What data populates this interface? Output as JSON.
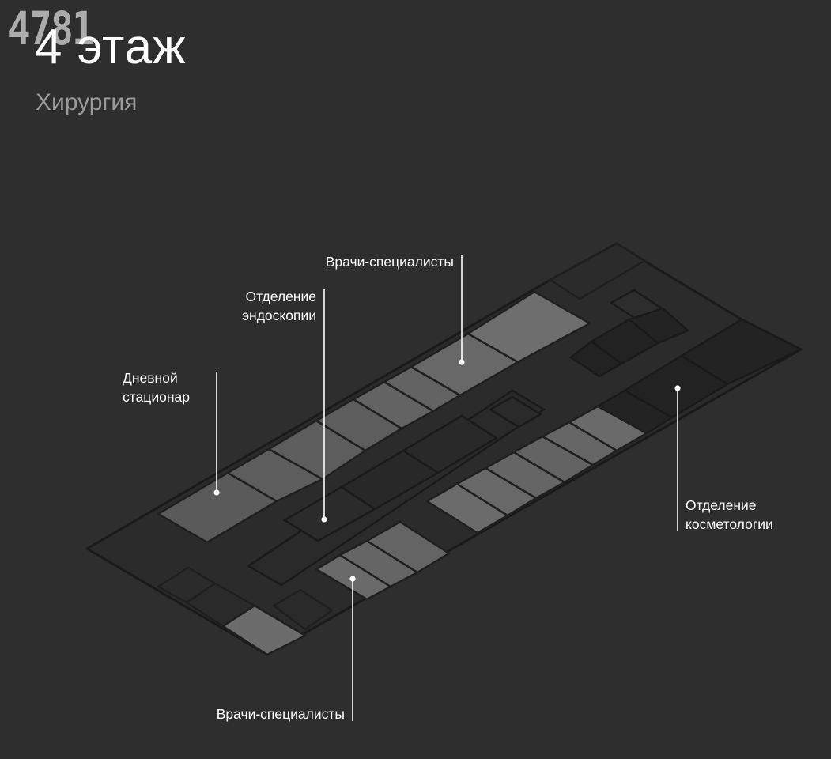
{
  "header": {
    "watermark": "4781",
    "floor_title": "4 этаж",
    "department": "Хирургия"
  },
  "callouts": {
    "specialists_top": "Врачи-специалисты",
    "endoscopy_line1": "Отделение",
    "endoscopy_line2": "эндоскопии",
    "day_hospital_line1": "Дневной",
    "day_hospital_line2": "стационар",
    "cosmetology_line1": "Отделение",
    "cosmetology_line2": "косметологии",
    "specialists_bottom": "Врачи-специалисты"
  },
  "colors": {
    "background": "#2e2e2e",
    "floor": "#2b2b2b",
    "outline": "#1a1a1a",
    "room_light": "#6a6a6a",
    "room_medium": "#595959",
    "room_dark": "#222222",
    "room_core": "#2a2a2a",
    "callout": "#ffffff"
  }
}
